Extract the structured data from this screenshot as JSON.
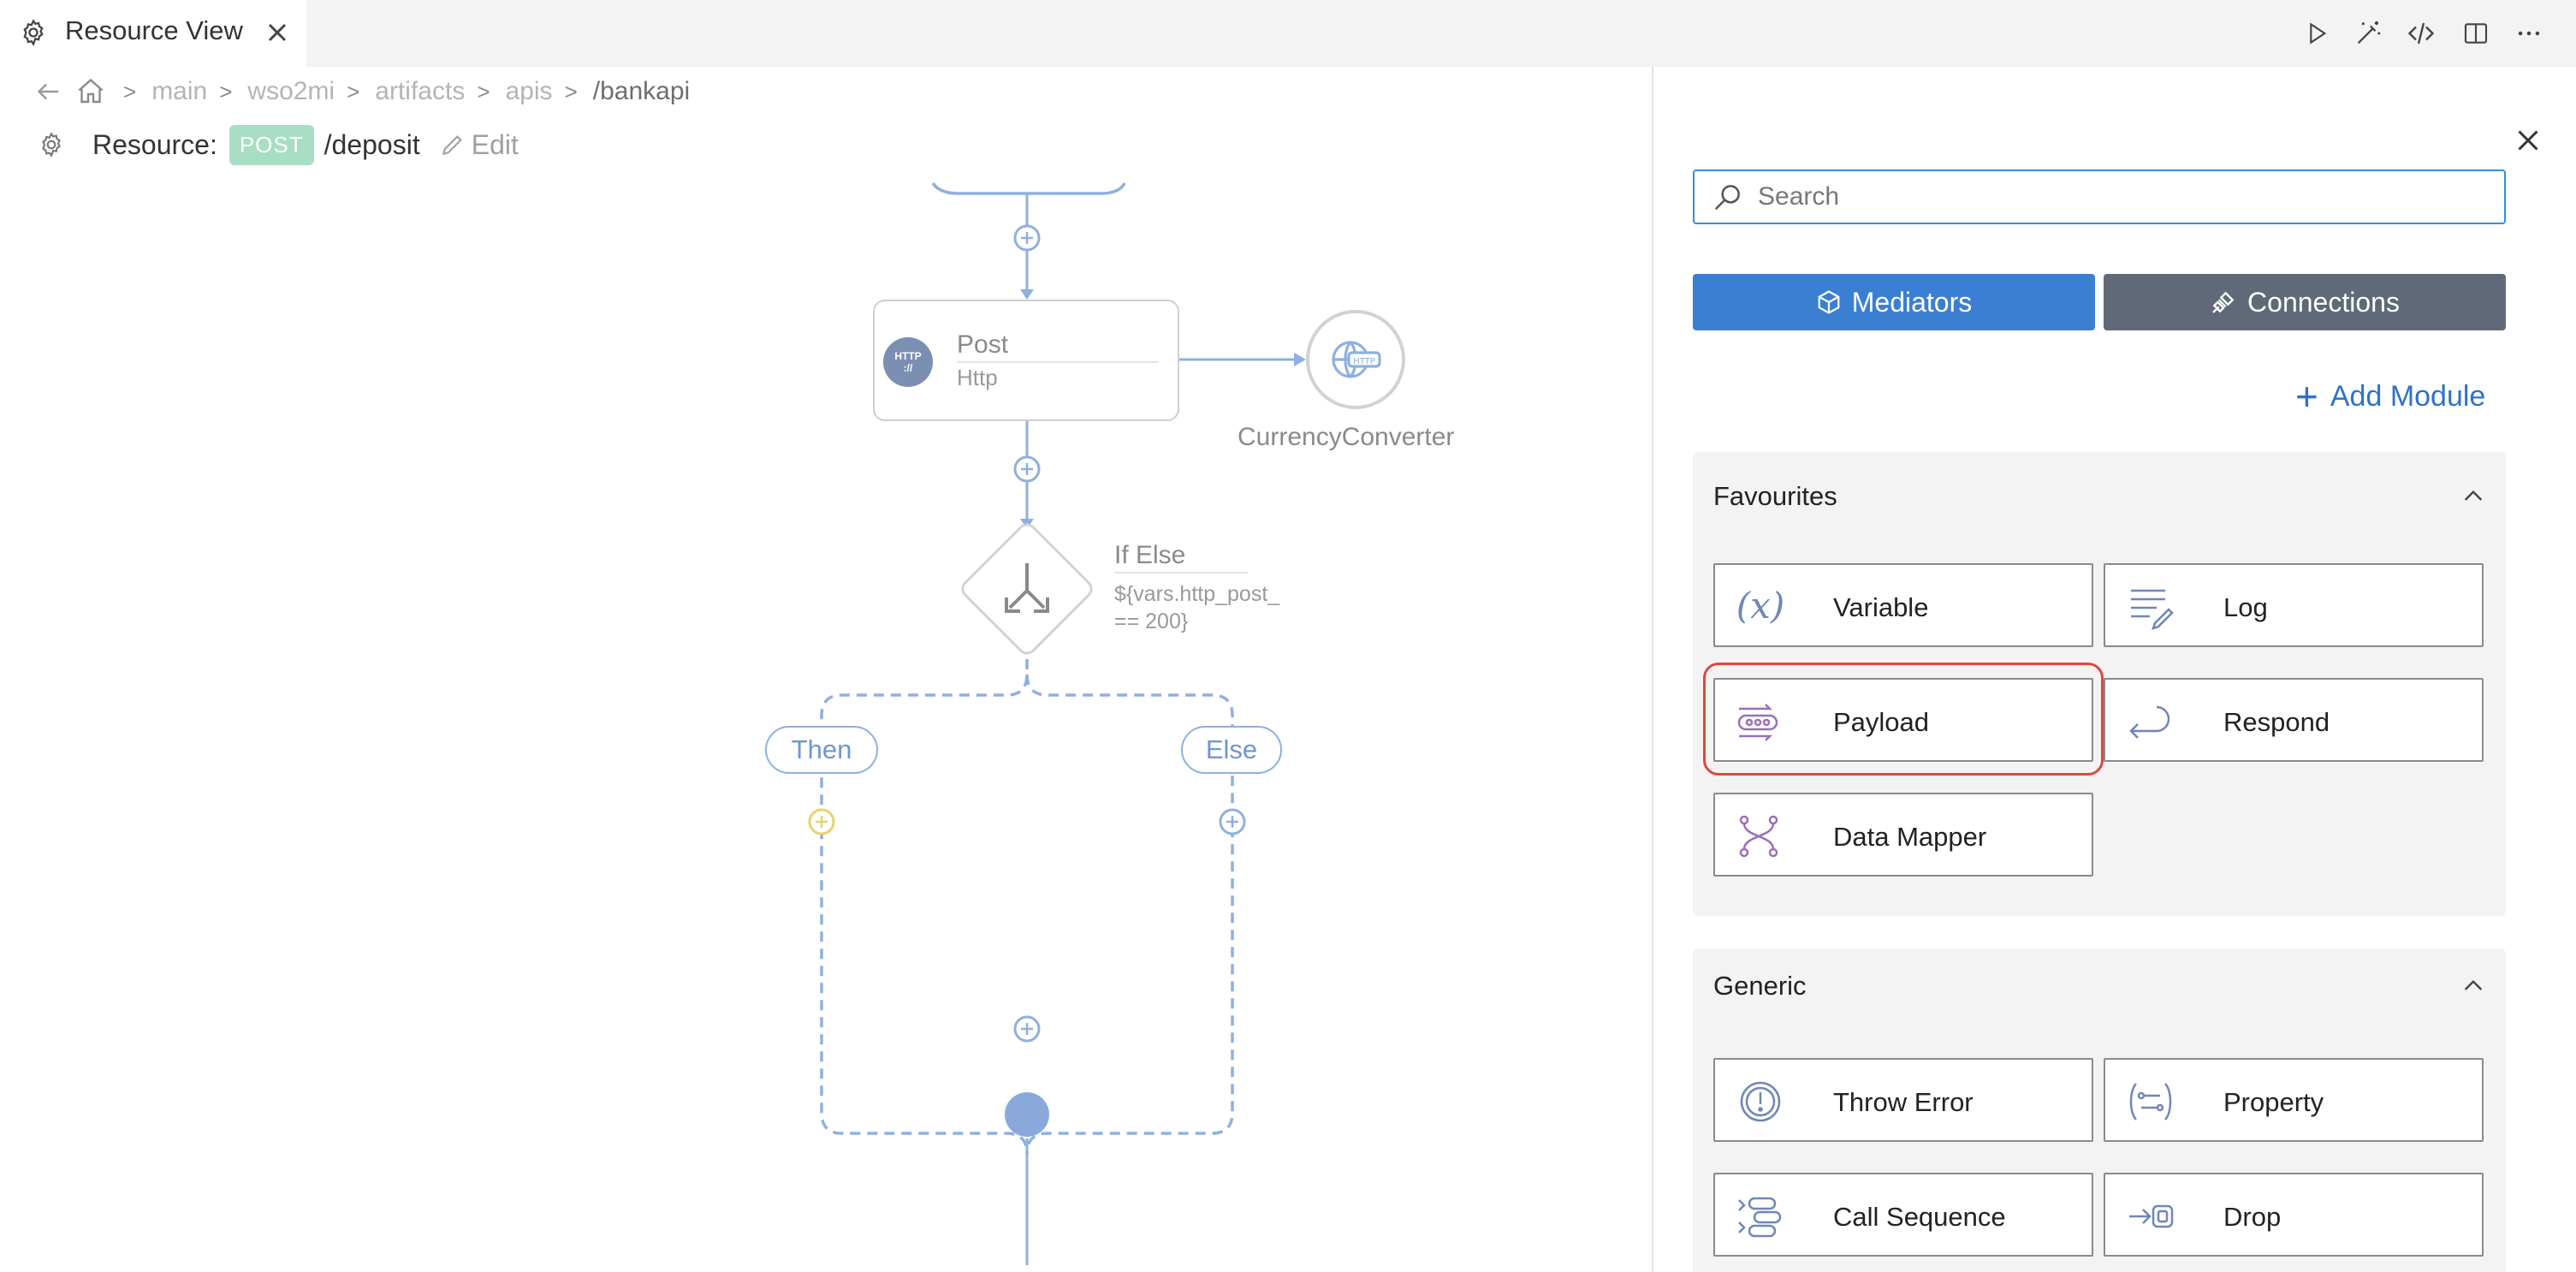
{
  "tab": {
    "title": "Resource View"
  },
  "breadcrumb": [
    "main",
    "wso2mi",
    "artifacts",
    "apis",
    "/bankapi"
  ],
  "resource": {
    "label": "Resource:",
    "method": "POST",
    "path": "/deposit",
    "edit_label": "Edit"
  },
  "diagram": {
    "http_node": {
      "title": "Post",
      "subtitle": "Http",
      "badge_top": "HTTP",
      "badge_bottom": "://"
    },
    "connection_label": "CurrencyConverter",
    "if_else": {
      "title": "If Else",
      "expr_line1": "${vars.http_post_",
      "expr_line2": "== 200}"
    },
    "then_label": "Then",
    "else_label": "Else"
  },
  "panel": {
    "search_placeholder": "Search",
    "mediators_label": "Mediators",
    "connections_label": "Connections",
    "add_module_label": "Add Module",
    "sections": [
      {
        "title": "Favourites",
        "items": [
          "Variable",
          "Log",
          "Payload",
          "Respond",
          "Data Mapper"
        ]
      },
      {
        "title": "Generic",
        "items": [
          "Throw Error",
          "Property",
          "Call Sequence",
          "Drop"
        ]
      }
    ]
  },
  "colors": {
    "accent_blue": "#3b7fd3",
    "connections_gray": "#5f6977",
    "flow_line": "#8fb0df",
    "post_badge": "#a7dec4",
    "highlight_red": "#e0483a"
  }
}
